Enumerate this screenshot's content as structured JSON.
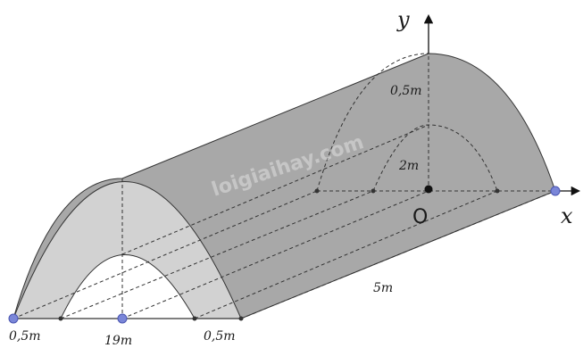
{
  "labels": {
    "axis_y": "y",
    "axis_x": "x",
    "origin": "O",
    "top_gap": "0,5m",
    "inner_height": "2m",
    "length": "5m",
    "base_left_margin": "0,5m",
    "base_span": "19m",
    "base_right_margin": "0,5m"
  },
  "watermark": "loigiaihay.com",
  "colors": {
    "body_fill": "#a6a6a6",
    "front_face": "#cfcfcf",
    "top_face": "#9a9a9a",
    "stroke": "#3a3a3a",
    "point": "#7a86d8"
  }
}
